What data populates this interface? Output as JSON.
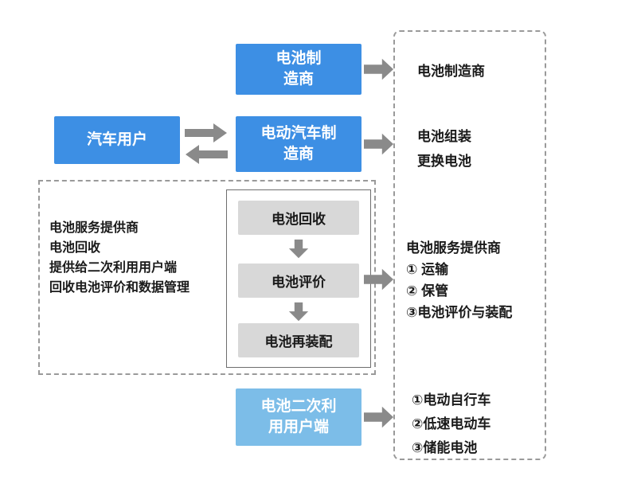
{
  "colors": {
    "blue": "#3d8fe4",
    "light-blue": "#7cbde8",
    "gray-box": "#d8d8d8",
    "arrow": "#8a8a8a",
    "dash-border": "#9a9a9a",
    "text": "#1a1a1a"
  },
  "nodes": {
    "battery_manufacturer": "电池制\n造商",
    "car_user": "汽车用户",
    "ev_manufacturer": "电动汽车制\n造商",
    "battery_recycling": "电池回收",
    "battery_evaluation": "电池评价",
    "battery_reassembly": "电池再装配",
    "secondary_user": "电池二次利\n用用户端"
  },
  "service_provider_notes": "电池服务提供商\n电池回收\n提供给二次利用用户端\n回收电池评价和数据管理",
  "right_panel": {
    "manufacturer_label": "电池制造商",
    "assembly_label": "电池组装\n更换电池",
    "service_label": "电池服务提供商\n① 运输\n② 保管\n③电池评价与装配",
    "secondary_label": "①电动自行车\n②低速电动车\n③储能电池"
  }
}
